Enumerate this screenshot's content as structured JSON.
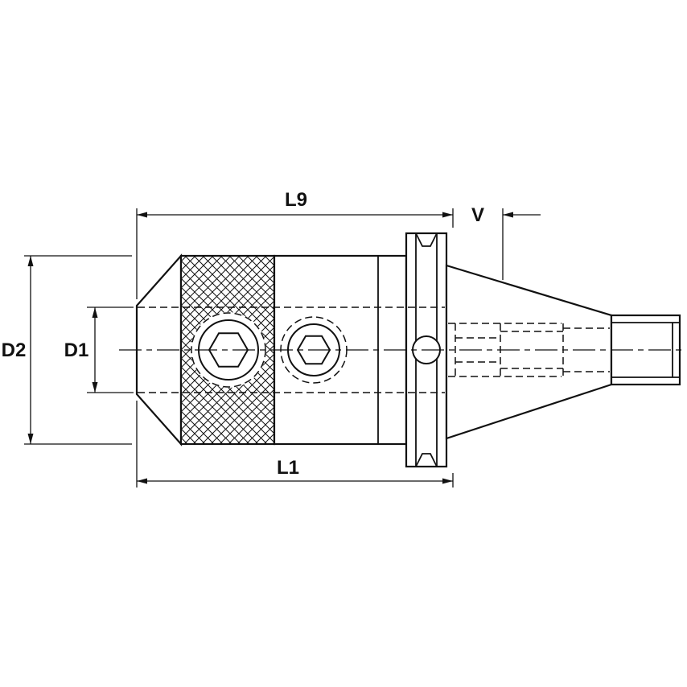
{
  "drawing": {
    "labels": {
      "l9": "L9",
      "v": "V",
      "d2": "D2",
      "d1": "D1",
      "l1": "L1"
    },
    "colors": {
      "line": "#111111",
      "background": "#ffffff"
    }
  }
}
